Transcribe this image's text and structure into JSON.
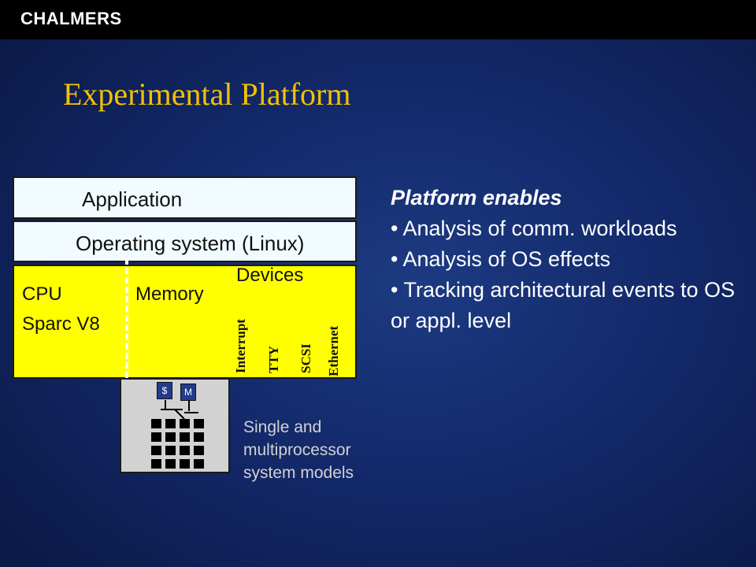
{
  "header": {
    "brand": "CHALMERS"
  },
  "slide": {
    "title": "Experimental Platform"
  },
  "diagram": {
    "application_label": "Application",
    "os_label": "Operating system (Linux)",
    "cpu_label": "CPU",
    "cpu_model": "Sparc V8",
    "memory_label": "Memory",
    "devices_label": "Devices",
    "device_items": [
      "Interrupt",
      "TTY",
      "SCSI",
      "Ethernet"
    ],
    "cache_tag": "$",
    "memory_tag": "M",
    "caption_lines": [
      "Single and",
      "multiprocessor",
      "system models"
    ],
    "colors": {
      "hardware": "#ffff00",
      "layer": "#f2fbff",
      "title": "#f2c200"
    }
  },
  "bullets": {
    "heading": "Platform enables",
    "items": [
      "• Analysis of comm. workloads",
      "• Analysis of OS effects",
      "• Tracking architectural events to OS or appl. level"
    ]
  }
}
